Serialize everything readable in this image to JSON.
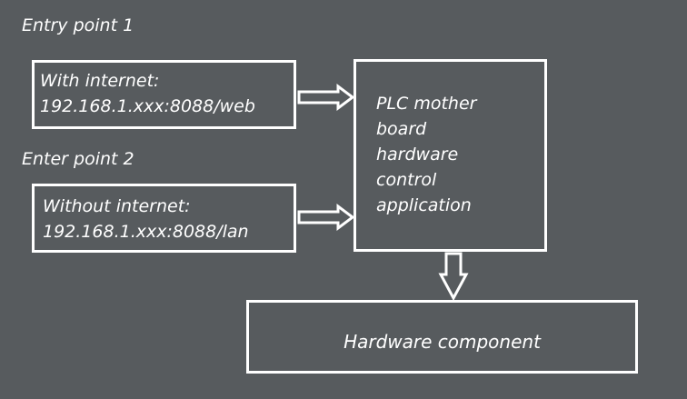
{
  "entry_point_1": {
    "label": "Entry point 1",
    "box_line1": "With internet:",
    "box_line2": "192.168.1.xxx:8088/web"
  },
  "entry_point_2": {
    "label": "Enter point 2",
    "box_line1": "Without internet:",
    "box_line2": "192.168.1.xxx:8088/lan"
  },
  "plc_box": {
    "lines": [
      "PLC mother",
      "board",
      "hardware",
      "control",
      "application"
    ]
  },
  "hardware_box": {
    "label": "Hardware component"
  },
  "colors": {
    "background": "#575b5e",
    "foreground": "#ffffff"
  }
}
